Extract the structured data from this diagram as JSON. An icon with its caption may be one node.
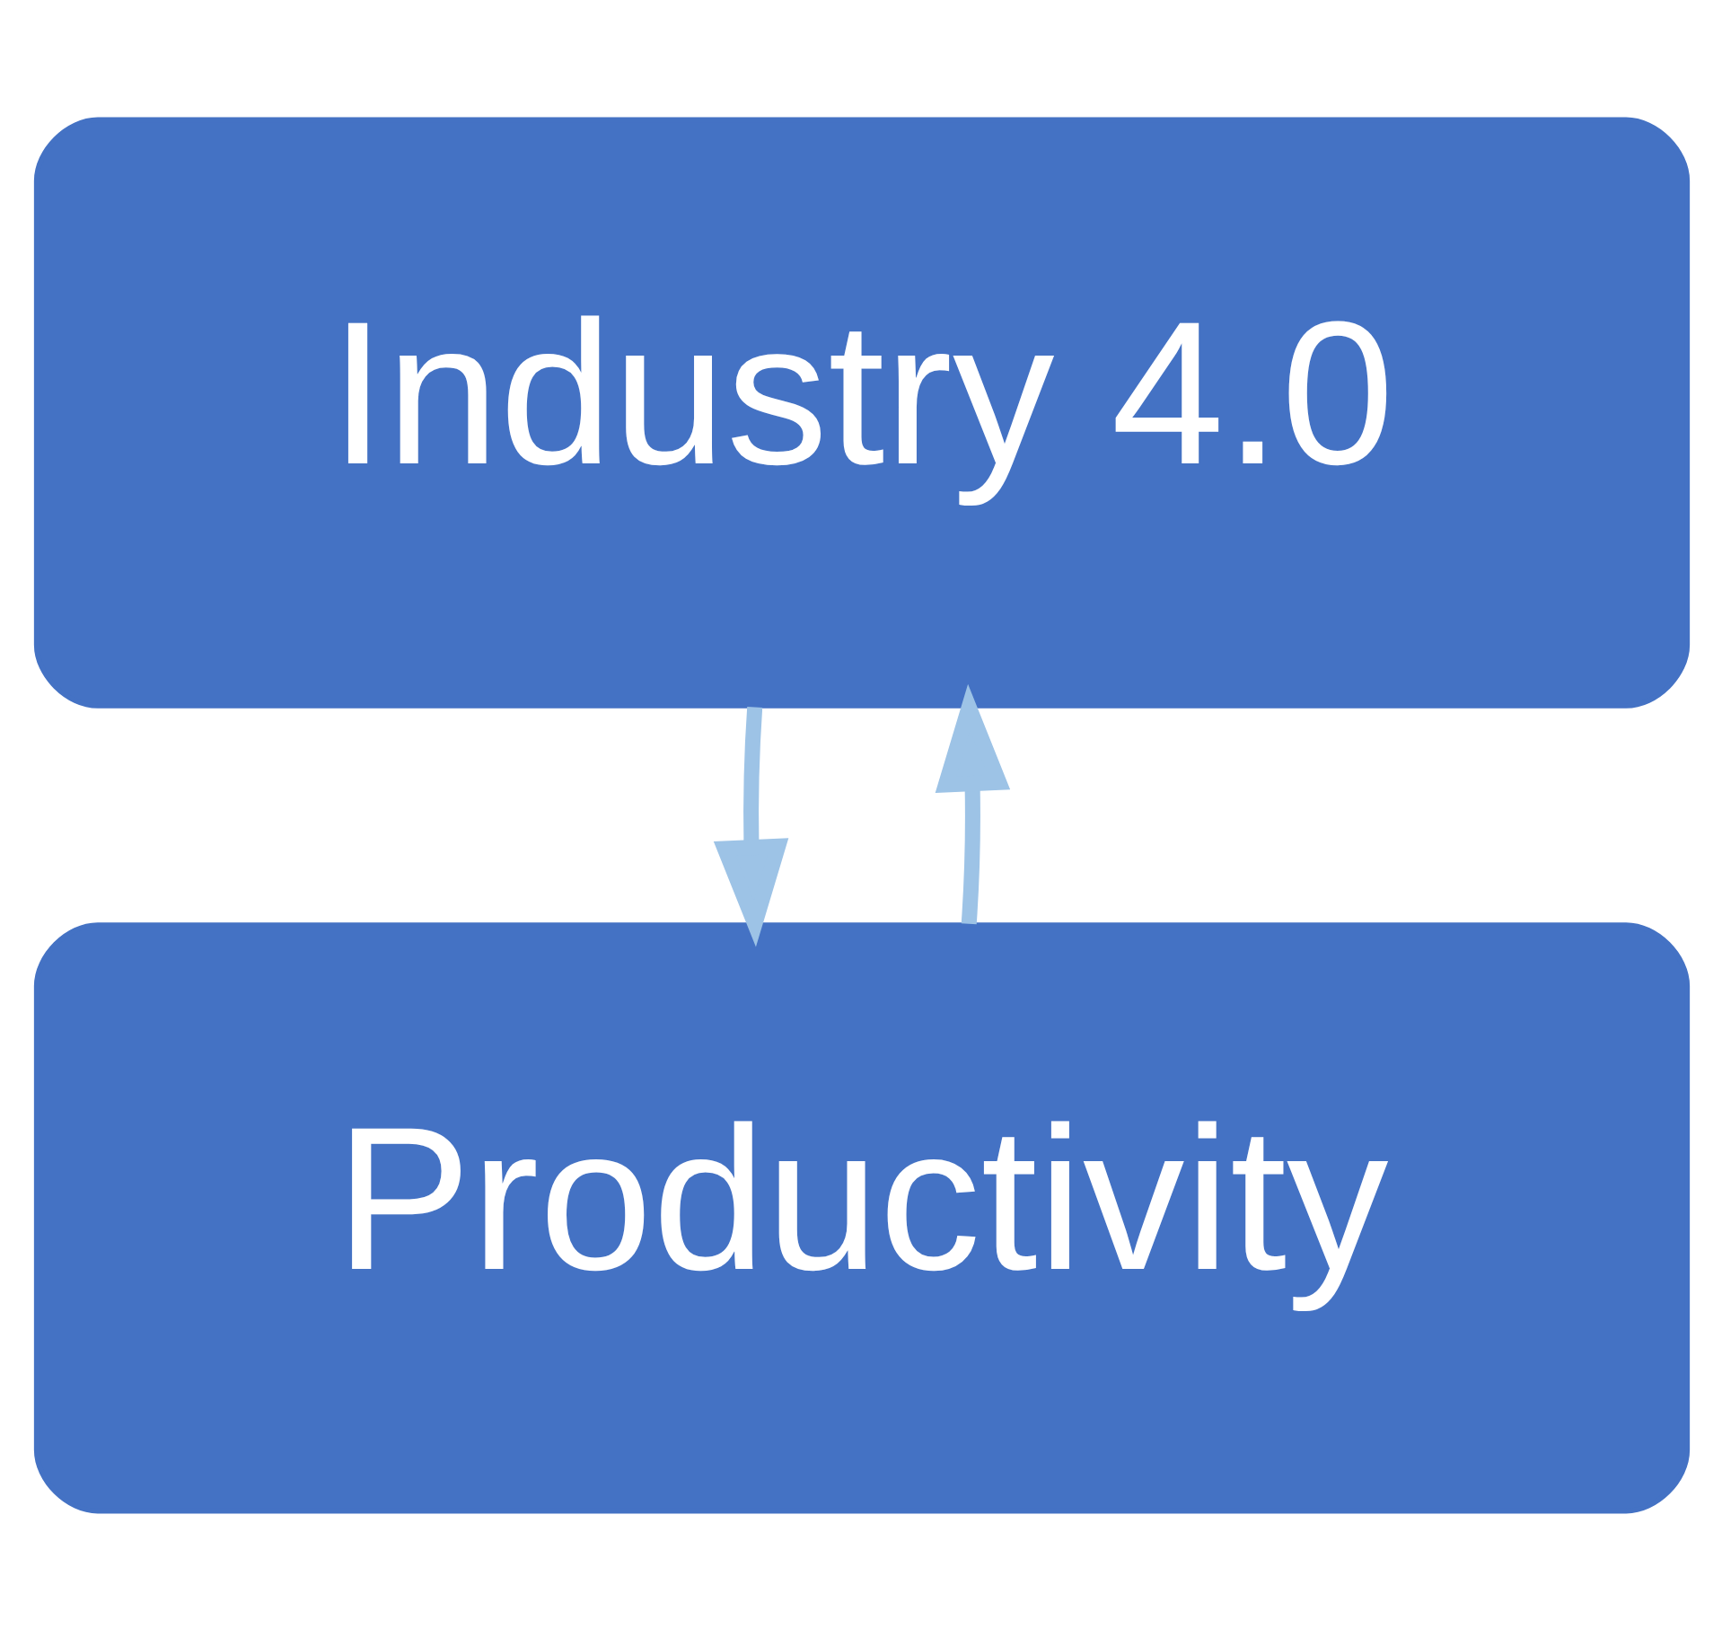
{
  "diagram": {
    "nodes": [
      {
        "text": [
          "Industry 4.0"
        ]
      },
      {
        "text": [
          "Productivity"
        ]
      }
    ],
    "edges": [
      {
        "from": 0,
        "to": 1,
        "arrow": "to",
        "color": "#9dc3e6"
      },
      {
        "from": 1,
        "to": 0,
        "arrow": "to",
        "color": "#9dc3e6"
      }
    ]
  }
}
